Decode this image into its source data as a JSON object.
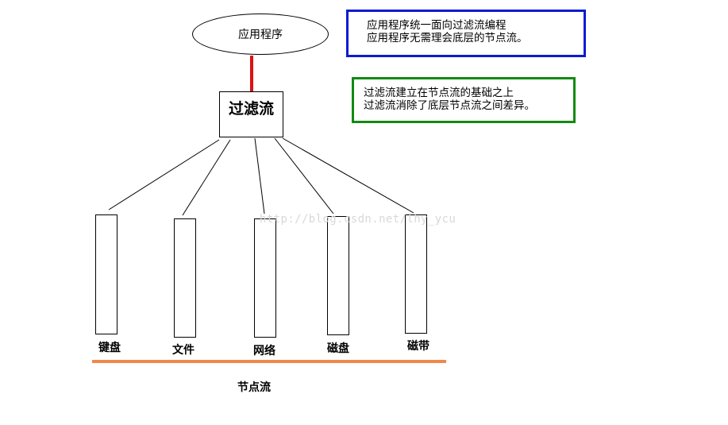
{
  "app_node": {
    "label": "应用程序"
  },
  "filter_node": {
    "label": "过滤流"
  },
  "notes": {
    "blue": {
      "line1": "应用程序统一面向过滤流编程",
      "line2": "应用程序无需理会底层的节点流。",
      "color": "#0b1bd0"
    },
    "green": {
      "line1": "过滤流建立在节点流的基础之上",
      "line2": "过滤流消除了底层节点流之间差异。",
      "color": "#128a12"
    }
  },
  "node_streams": [
    {
      "label": "键盘"
    },
    {
      "label": "文件"
    },
    {
      "label": "网络"
    },
    {
      "label": "磁盘"
    },
    {
      "label": "磁带"
    }
  ],
  "group": {
    "label": "节点流",
    "bracket_color": "#f0884a"
  },
  "connector_color": "#dd1111",
  "watermark": "http://blog.csdn.net/lhy_ycu"
}
